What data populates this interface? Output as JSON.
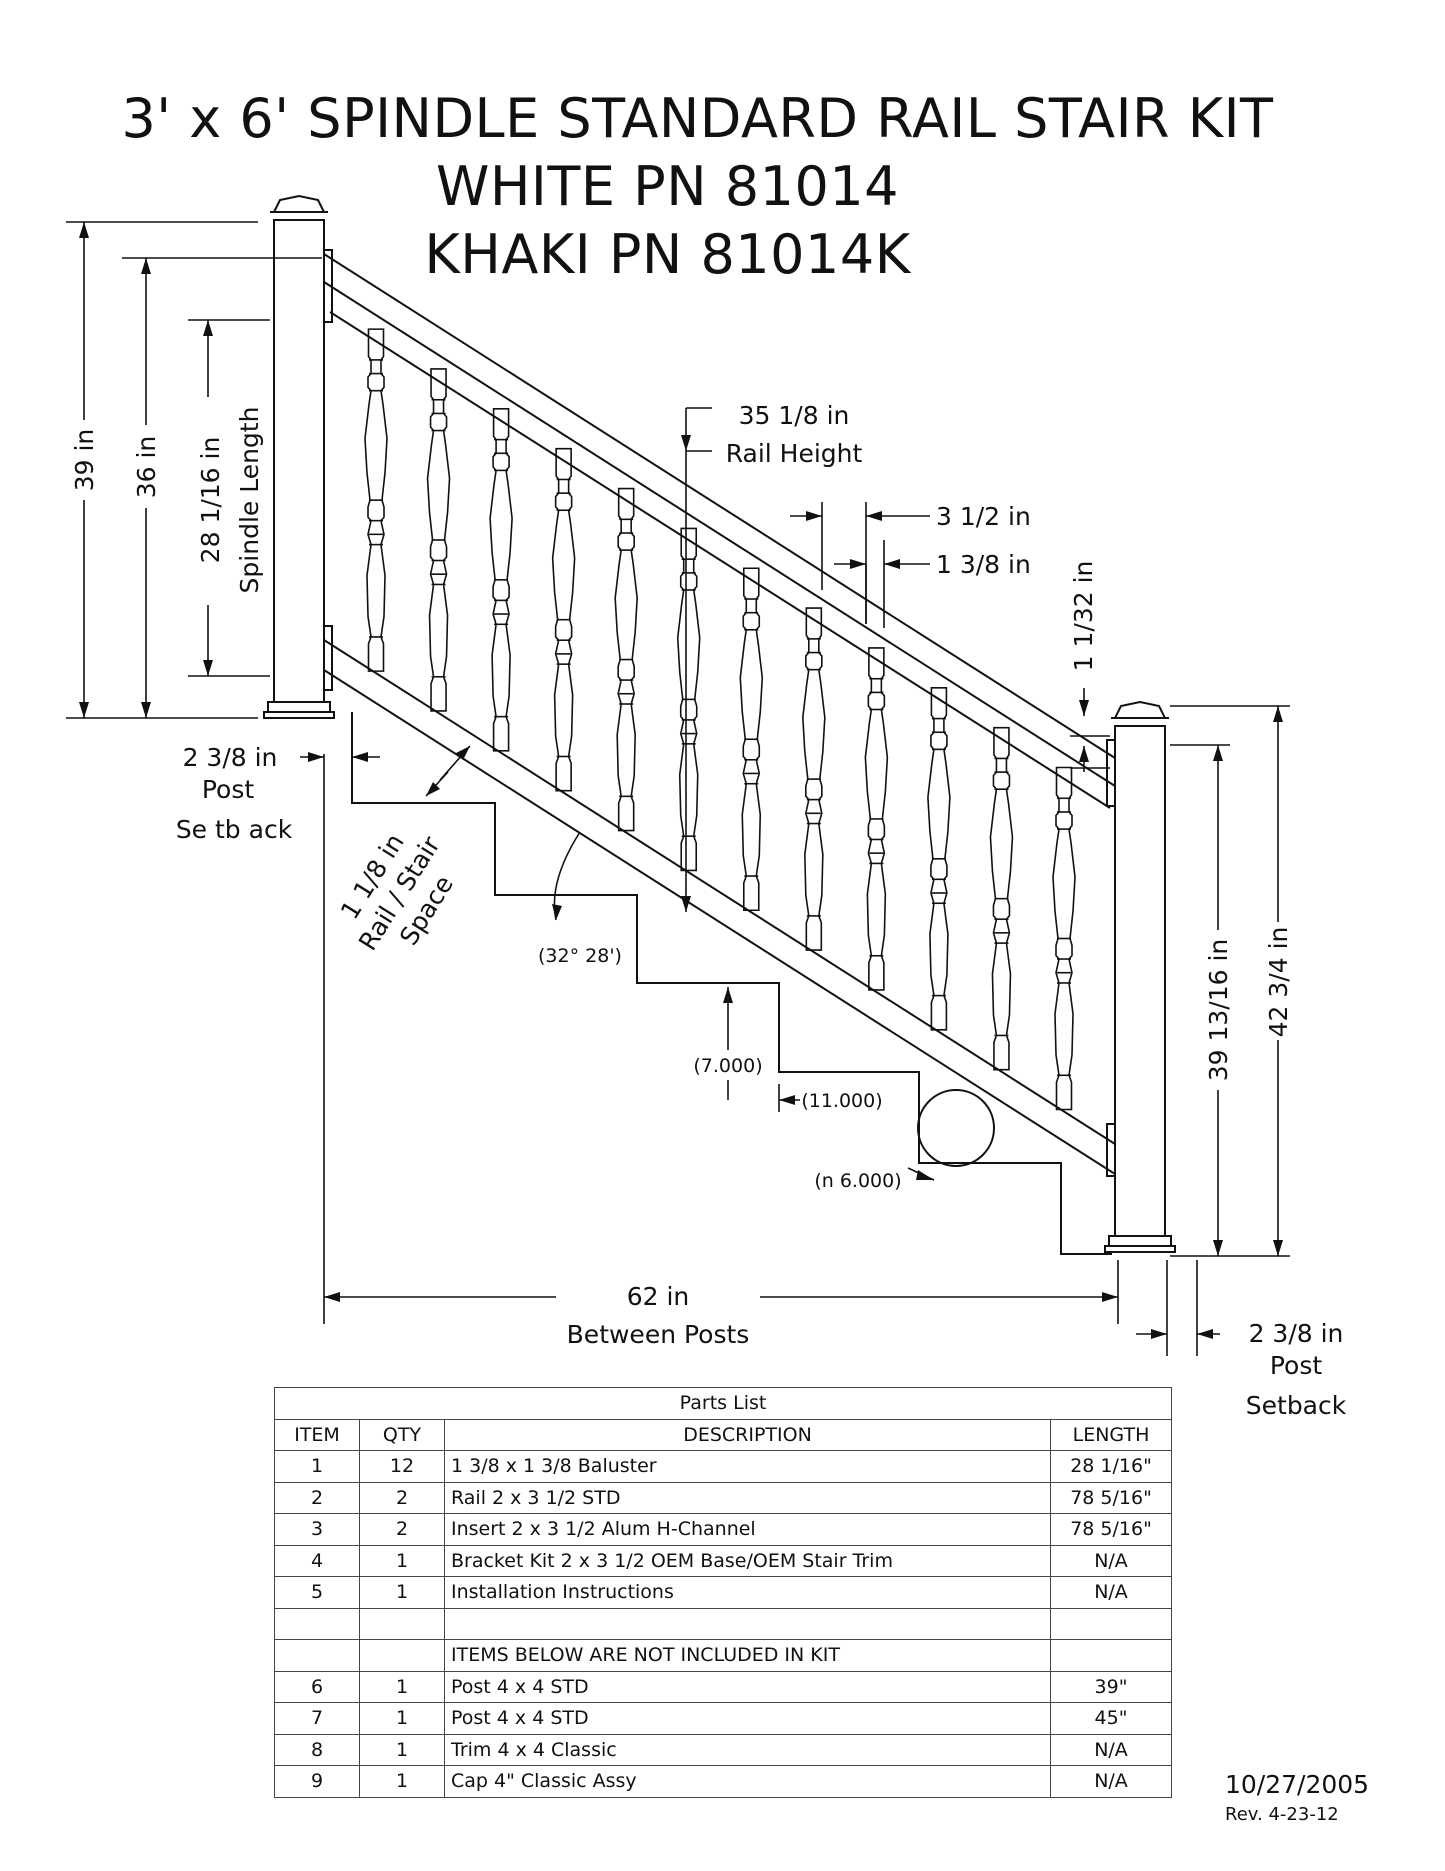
{
  "title": {
    "line1": "3' x 6' SPINDLE STANDARD RAIL STAIR KIT",
    "line2": "WHITE PN 81014",
    "line3": "KHAKI PN 81014K"
  },
  "dimensions": {
    "height_39": "39 in",
    "height_36": "36 in",
    "spindle_length_value": "28 1/16 in",
    "spindle_length_label": "Spindle Length",
    "rail_height_value": "35 1/8 in",
    "rail_height_label": "Rail Height",
    "rail_width": "3 1/2 in",
    "baluster_width": "1 3/8 in",
    "rail_gap": "1 1/32 in",
    "post_setback_left_value": "2 3/8 in",
    "post_setback_left_label1": "Post",
    "post_setback_left_label2": "Se tb ack",
    "rail_stair_space_value": "1 1/8 in",
    "rail_stair_space_label1": "Rail / Stair",
    "rail_stair_space_label2": "Space",
    "angle": "(32° 28')",
    "rise": "(7.000)",
    "run": "(11.000)",
    "diameter": "(n 6.000)",
    "post_right_inner": "39 13/16 in",
    "post_right_outer": "42 3/4 in",
    "between_posts_value": "62 in",
    "between_posts_label": "Between Posts",
    "post_setback_right_value": "2 3/8 in",
    "post_setback_right_label1": "Post",
    "post_setback_right_label2": "Setback"
  },
  "parts_list": {
    "caption": "Parts List",
    "headers": [
      "ITEM",
      "QTY",
      "DESCRIPTION",
      "LENGTH"
    ],
    "rows": [
      [
        "1",
        "12",
        "1 3/8 x 1 3/8 Baluster",
        "28 1/16\""
      ],
      [
        "2",
        "2",
        "Rail 2 x 3 1/2 STD",
        "78 5/16\""
      ],
      [
        "3",
        "2",
        "Insert 2 x 3 1/2 Alum H-Channel",
        "78 5/16\""
      ],
      [
        "4",
        "1",
        "Bracket Kit 2 x 3 1/2 OEM Base/OEM Stair Trim",
        "N/A"
      ],
      [
        "5",
        "1",
        "Installation Instructions",
        "N/A"
      ],
      [
        "",
        "",
        "",
        ""
      ],
      [
        "",
        "",
        "ITEMS BELOW ARE NOT INCLUDED IN KIT",
        ""
      ],
      [
        "6",
        "1",
        "Post 4 x 4 STD",
        "39\""
      ],
      [
        "7",
        "1",
        "Post 4 x 4 STD",
        "45\""
      ],
      [
        "8",
        "1",
        "Trim 4 x 4 Classic",
        "N/A"
      ],
      [
        "9",
        "1",
        "Cap 4\" Classic Assy",
        "N/A"
      ]
    ]
  },
  "footer": {
    "date": "10/27/2005",
    "revision": "Rev. 4-23-12"
  }
}
